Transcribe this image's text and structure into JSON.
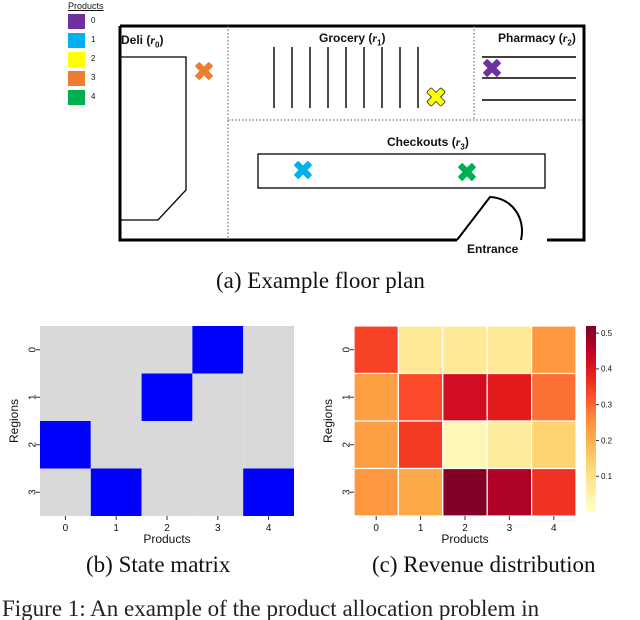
{
  "legend": {
    "title": "Products",
    "items": [
      {
        "label": "0",
        "color": "#7030a0"
      },
      {
        "label": "1",
        "color": "#00b0f0"
      },
      {
        "label": "2",
        "color": "#ffff00"
      },
      {
        "label": "3",
        "color": "#ed7d31"
      },
      {
        "label": "4",
        "color": "#00b050"
      }
    ]
  },
  "floor_plan": {
    "regions": [
      {
        "name": "Deli",
        "sub": "0"
      },
      {
        "name": "Grocery",
        "sub": "1"
      },
      {
        "name": "Pharmacy",
        "sub": "2"
      },
      {
        "name": "Checkouts",
        "sub": "3"
      }
    ],
    "entrance_label": "Entrance",
    "marker_colors": [
      "#7030a0",
      "#00b0f0",
      "#ffff00",
      "#ed7d31",
      "#00b050"
    ]
  },
  "captions": {
    "a": "(a) Example floor plan",
    "b": "(b) State matrix",
    "c": "(c) Revenue distribution"
  },
  "footer_text": "Figure 1: An example of the product allocation problem in",
  "chart_data": [
    {
      "type": "heatmap",
      "xlabel": "Products",
      "ylabel": "Regions",
      "x_ticks": [
        "0",
        "1",
        "2",
        "3",
        "4"
      ],
      "y_ticks": [
        "0",
        "1",
        "2",
        "3"
      ],
      "on_color": "#0000ff",
      "off_color": "#d9d9d9",
      "values": [
        [
          0,
          0,
          0,
          1,
          0
        ],
        [
          0,
          0,
          1,
          0,
          0
        ],
        [
          1,
          0,
          0,
          0,
          0
        ],
        [
          0,
          1,
          0,
          0,
          1
        ]
      ]
    },
    {
      "type": "heatmap",
      "xlabel": "Products",
      "ylabel": "Regions",
      "x_ticks": [
        "0",
        "1",
        "2",
        "3",
        "4"
      ],
      "y_ticks": [
        "0",
        "1",
        "2",
        "3"
      ],
      "colorbar_ticks": [
        "0.1",
        "0.2",
        "0.3",
        "0.4",
        "0.5"
      ],
      "vmin": 0.0,
      "vmax": 0.52,
      "colormap": "YlOrRd",
      "values": [
        [
          0.34,
          0.08,
          0.08,
          0.08,
          0.24
        ],
        [
          0.23,
          0.33,
          0.42,
          0.39,
          0.29
        ],
        [
          0.23,
          0.35,
          0.03,
          0.07,
          0.14
        ],
        [
          0.24,
          0.21,
          0.52,
          0.47,
          0.36
        ]
      ]
    }
  ]
}
